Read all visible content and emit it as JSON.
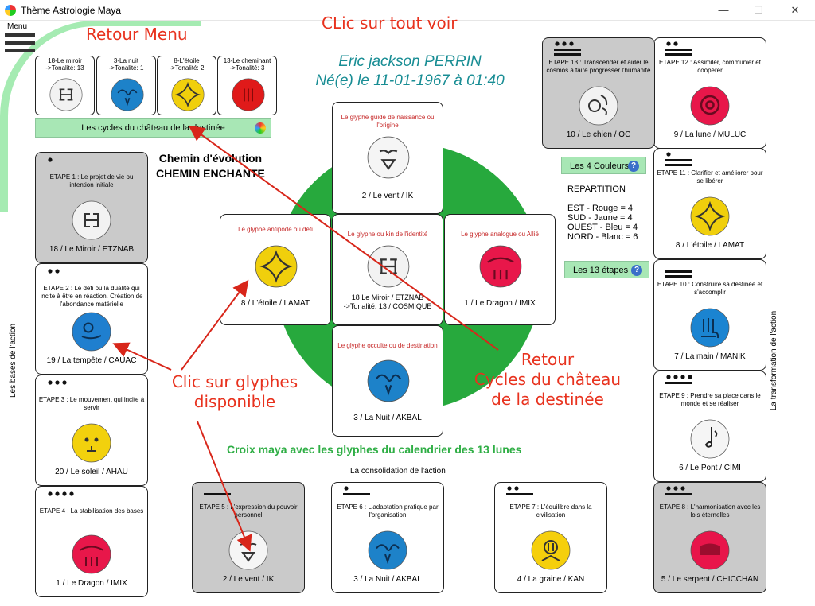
{
  "window": {
    "title": "Thème Astrologie Maya",
    "min": "—",
    "max": "☐",
    "close": "✕"
  },
  "menu": {
    "label": "Menu"
  },
  "annotations": {
    "retour_menu": "Retour Menu",
    "clic_tout": "CLic sur tout voir",
    "clic_glyphes_1": "Clic sur glyphes",
    "clic_glyphes_2": "disponible",
    "retour_1": "Retour",
    "retour_2": "Cycles du château",
    "retour_3": "de la destinée"
  },
  "person": {
    "name": "Eric jackson PERRIN",
    "birth": "Né(e) le 11-01-1967 à 01:40"
  },
  "cycles": [
    {
      "l1": "18-Le miroir",
      "l2": "->Tonalité: 13",
      "glyph": "etznab"
    },
    {
      "l1": "3-La nuit",
      "l2": "->Tonalité: 1",
      "glyph": "akbal"
    },
    {
      "l1": "8-L'étoile",
      "l2": "->Tonalité: 2",
      "glyph": "lamat"
    },
    {
      "l1": "13-Le cheminant",
      "l2": "->Tonalité: 3",
      "glyph": "ben"
    }
  ],
  "cycles_button": "Les cycles du château de la destinée",
  "chemin": {
    "l1": "Chemin d'évolution",
    "l2": "CHEMIN ENCHANTE"
  },
  "cross": {
    "top": {
      "title": "Le glyphe guide de naissance ou l'origine",
      "cap": "2 / Le vent / IK"
    },
    "left": {
      "title": "Le glyphe antipode ou défi",
      "cap": "8 / L'étoile / LAMAT"
    },
    "center": {
      "title": "Le glyphe ou kin de l'identité",
      "cap1": "18 Le Miroir / ETZNAB",
      "cap2": "->Tonalité: 13 / COSMIQUE"
    },
    "right": {
      "title": "Le glyphe analogue ou Allié",
      "cap": "1 / Le Dragon / IMIX"
    },
    "bottom": {
      "title": "Le glyphe occulte ou de destination",
      "cap": "3 / La Nuit / AKBAL"
    }
  },
  "couleurs": {
    "button": "Les 4 Couleurs",
    "q": "?",
    "rep_title": "REPARTITION",
    "est": "EST - Rouge = 4",
    "sud": "SUD - Jaune = 4",
    "ouest": "OUEST - Bleu = 4",
    "nord": "NORD - Blanc = 6"
  },
  "etapes_button": "Les 13 étapes",
  "side": {
    "left": "Les bases de l'action",
    "right": "La transformation de l'action",
    "bottom": "La consolidation de l'action"
  },
  "croix_maya": "Croix maya avec les glyphes du calendrier des 13 lunes",
  "stages": [
    {
      "n": 1,
      "text": "ETAPE 1 : Le projet de vie ou intention initiale",
      "cap": "18 / Le Miroir / ETZNAB",
      "glyph": "etznab"
    },
    {
      "n": 2,
      "text": "ETAPE 2 : Le défi ou la dualité qui incite à être en réaction. Création de l'abondance matérielle",
      "cap": "19 / La tempête / CAUAC",
      "glyph": "cauac"
    },
    {
      "n": 3,
      "text": "ETAPE 3 : Le mouvement qui incite à servir",
      "cap": "20 / Le soleil / AHAU",
      "glyph": "ahau"
    },
    {
      "n": 4,
      "text": "ETAPE 4 : La stabilisation des bases",
      "cap": "1 / Le Dragon / IMIX",
      "glyph": "imix"
    },
    {
      "n": 5,
      "text": "ETAPE 5 : L'expression du pouvoir personnel",
      "cap": "2 / Le vent / IK",
      "glyph": "ik"
    },
    {
      "n": 6,
      "text": "ETAPE 6 : L'adaptation pratique par l'organisation",
      "cap": "3 / La Nuit / AKBAL",
      "glyph": "akbal"
    },
    {
      "n": 7,
      "text": "ETAPE 7 : L'équilibre dans la civilisation",
      "cap": "4 / La graine / KAN",
      "glyph": "kan"
    },
    {
      "n": 8,
      "text": "ETAPE 8 : L'harmonisation avec les lois éternelles",
      "cap": "5 / Le serpent / CHICCHAN",
      "glyph": "chicchan"
    },
    {
      "n": 9,
      "text": "ETAPE 9 : Prendre sa place dans le monde et se réaliser",
      "cap": "6 / Le Pont / CIMI",
      "glyph": "cimi"
    },
    {
      "n": 10,
      "text": "ETAPE 10 : Construire sa destinée et s'accomplir",
      "cap": "7 / La main / MANIK",
      "glyph": "manik"
    },
    {
      "n": 11,
      "text": "ETAPE 11 : Clarifier et améliorer pour se libérer",
      "cap": "8 / L'étoile / LAMAT",
      "glyph": "lamat"
    },
    {
      "n": 12,
      "text": "ETAPE 12 : Assimiler, communier et coopérer",
      "cap": "9 / La lune / MULUC",
      "glyph": "muluc"
    },
    {
      "n": 13,
      "text": "ETAPE 13 : Transcender et aider le cosmos à faire progresser l'humanité",
      "cap": "10 / Le chien / OC",
      "glyph": "oc"
    }
  ]
}
